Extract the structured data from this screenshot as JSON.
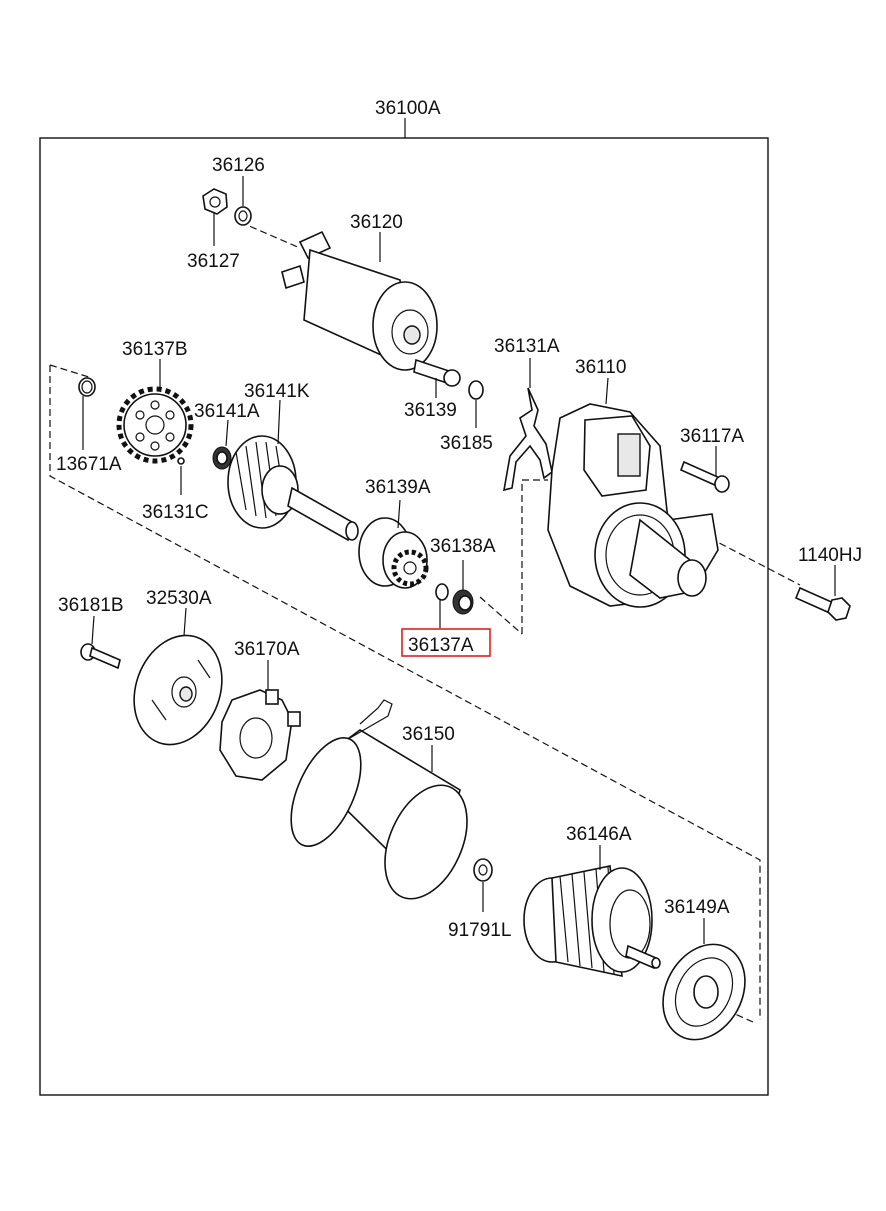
{
  "assembly_label": "36100A",
  "highlight_color": "#e02020",
  "parts": {
    "p36126": "36126",
    "p36127": "36127",
    "p36120": "36120",
    "p36137B": "36137B",
    "p36141K": "36141K",
    "p36141A": "36141A",
    "p13671A": "13671A",
    "p36131C": "36131C",
    "p36139": "36139",
    "p36185": "36185",
    "p36131A": "36131A",
    "p36110": "36110",
    "p36117A": "36117A",
    "p36139A": "36139A",
    "p36138A": "36138A",
    "p36137A": "36137A",
    "p1140HJ": "1140HJ",
    "p36181B": "36181B",
    "p32530A": "32530A",
    "p36170A": "36170A",
    "p36150": "36150",
    "p36146A": "36146A",
    "p36149A": "36149A",
    "p91791L": "91791L"
  }
}
